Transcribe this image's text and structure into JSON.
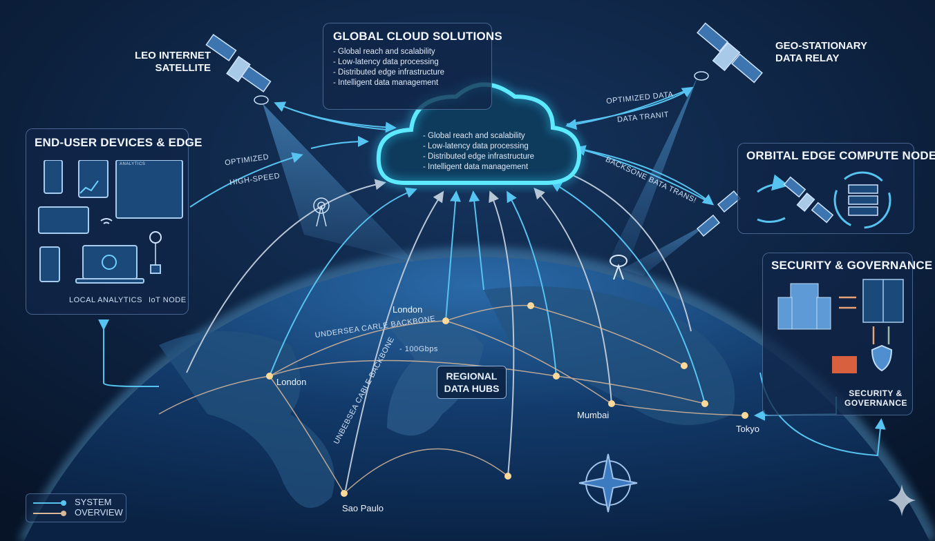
{
  "satellites": {
    "leo": "LEO INTERNET SATELLITE",
    "geo": "GEO-STATIONARY DATA RELAY"
  },
  "cloud_panel": {
    "title": "GLOBAL CLOUD SOLUTIONS",
    "bullets": [
      "- Global reach and scalability",
      "- Low-latency data processing",
      "- Distributed edge infrastructure",
      "- Intelligent data management"
    ]
  },
  "cloud": {
    "bullets": [
      "- Global reach and scalability",
      "- Low-latency data processing",
      "- Distributed edge infrastructure",
      "- Intelligent data management"
    ]
  },
  "edge_panel": {
    "title": "END-USER DEVICES & EDGE",
    "local_analytics": "LOCAL ANALYTICS",
    "iot_node": "IoT NODE",
    "dashboard_title": "ANALYTICS"
  },
  "orbital_panel": {
    "title": "ORBITAL EDGE COMPUTE NODE"
  },
  "security_panel": {
    "title": "SECURITY & GOVERNANCE",
    "caption": "SECURITY & GOVERNANCE"
  },
  "link_labels": {
    "optimized": "OPTIMIZED",
    "high_speed": "HIGH-SPEED",
    "optimized_data": "OPTIMIZED DATA",
    "data_transit": "DATA TRANIT",
    "backbone": "BACKSONE BATA TRANS!",
    "undersea1": "UNDERSEA CARLE BACKBONE",
    "undersea_speed": "- 100Gbps",
    "undersea2": "UNBEBSEA CABLE BACKBONE"
  },
  "hubs": {
    "title_line1": "REGIONAL",
    "title_line2": "DATA HUBS",
    "cities": [
      "London",
      "London",
      "Mumbai",
      "Tokyo",
      "Sao Paulo"
    ]
  },
  "legend": {
    "line1": "SYSTEM",
    "line2": "OVERVIEW"
  },
  "colors": {
    "background": "#0a1a33",
    "accent": "#4fc3f7",
    "cable": "#d9b89a",
    "firewall": "#d9603f"
  }
}
